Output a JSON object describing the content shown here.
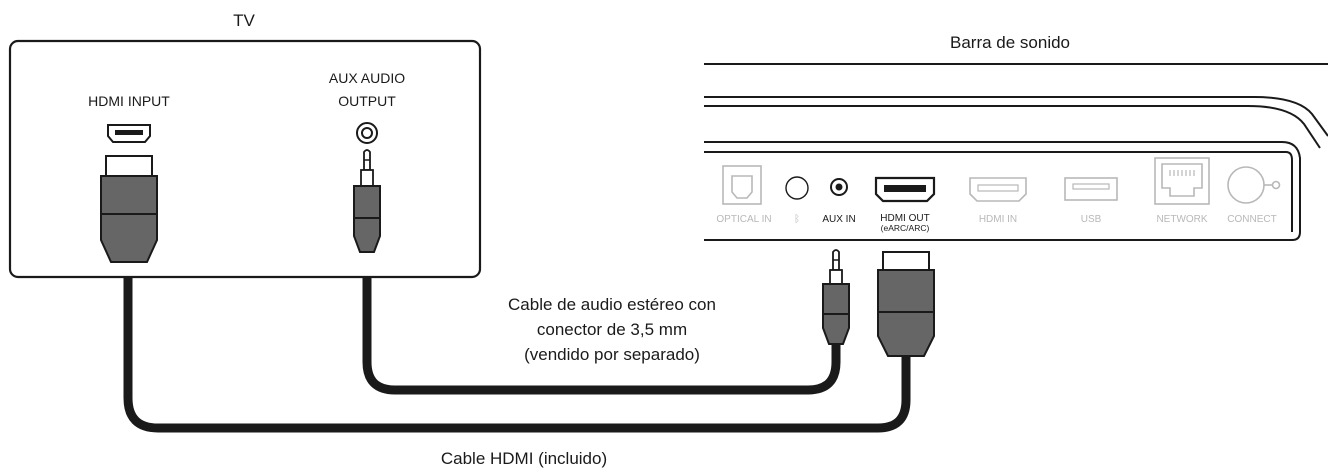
{
  "tv": {
    "title": "TV",
    "hdmi_input_label": "HDMI INPUT",
    "aux_output_label_line1": "AUX AUDIO",
    "aux_output_label_line2": "OUTPUT"
  },
  "soundbar": {
    "title": "Barra de sonido",
    "ports": {
      "optical_in": "OPTICAL IN",
      "aux_in": "AUX IN",
      "hdmi_out_line1": "HDMI OUT",
      "hdmi_out_line2": "(eARC/ARC)",
      "hdmi_in": "HDMI IN",
      "usb": "USB",
      "network": "NETWORK",
      "connect": "CONNECT"
    }
  },
  "cables": {
    "audio_line1": "Cable de audio estéreo con",
    "audio_line2": "conector de 3,5 mm",
    "audio_line3": "(vendido por separado)",
    "hdmi": "Cable HDMI (incluido)"
  },
  "colors": {
    "cable": "#1a1a1a",
    "plug_gray": "#666666",
    "dim_port": "#b8b8b8"
  }
}
